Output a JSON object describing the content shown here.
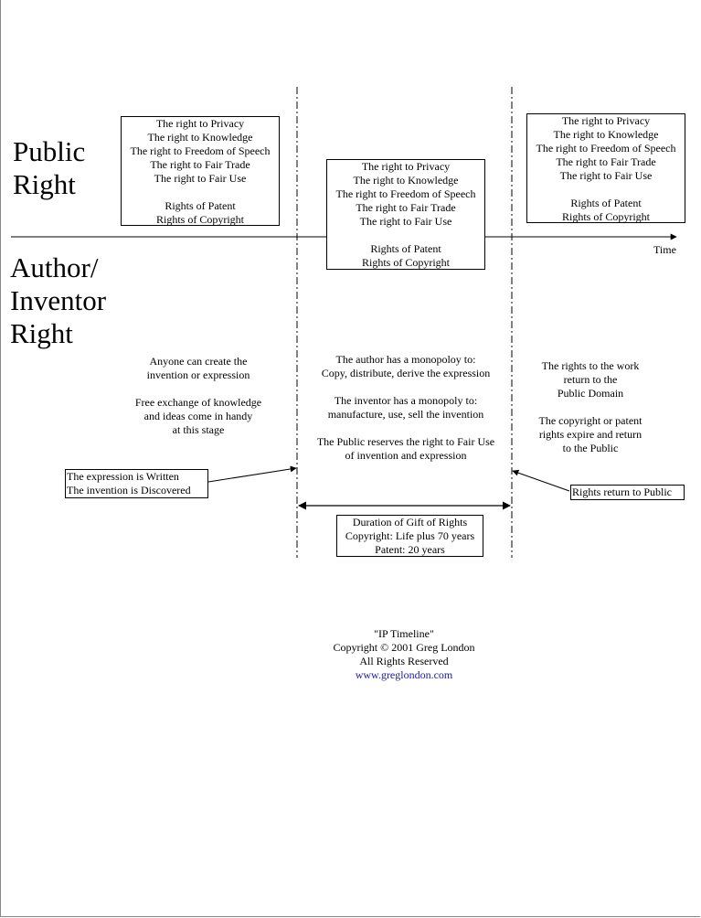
{
  "labels": {
    "public_right": [
      "Public",
      "Right"
    ],
    "author_right": [
      "Author/",
      "Inventor",
      "Right"
    ],
    "time": "Time"
  },
  "public_rights_box": {
    "rights": [
      "The right to Privacy",
      "The right to Knowledge",
      "The right to Freedom of Speech",
      "The right to Fair Trade",
      "The right to Fair Use"
    ],
    "ip_rights": [
      "Rights of Patent",
      "Rights of Copyright"
    ]
  },
  "stage_before": {
    "lines_1": [
      "Anyone can create the",
      "invention or expression"
    ],
    "lines_2": [
      "Free exchange of knowledge",
      "and ideas come in handy",
      "at this stage"
    ]
  },
  "stage_monopoly": {
    "lines_1": [
      "The author has a monopoloy to:",
      "Copy, distribute, derive the expression"
    ],
    "lines_2": [
      "The inventor has a monopoly to:",
      "manufacture, use, sell the invention"
    ],
    "lines_3": [
      "The Public reserves the right to Fair Use",
      "of invention and expression"
    ]
  },
  "stage_after": {
    "lines_1": [
      "The rights to the work",
      "return to the",
      "Public Domain"
    ],
    "lines_2": [
      "The copyright or patent",
      "rights expire and return",
      "to the Public"
    ]
  },
  "event_start": [
    "The expression is Written",
    "The invention is Discovered"
  ],
  "event_end": "Rights return to Public",
  "duration_box": [
    "Duration of Gift of Rights",
    "Copyright: Life plus 70 years",
    "Patent: 20 years"
  ],
  "footer": {
    "title": "\"IP Timeline\"",
    "copyright": "Copyright © 2001 Greg London",
    "reserved": "All Rights Reserved",
    "link": "www.greglondon.com"
  },
  "colors": {
    "link": "#1a1aa6",
    "lines": "#000000"
  }
}
